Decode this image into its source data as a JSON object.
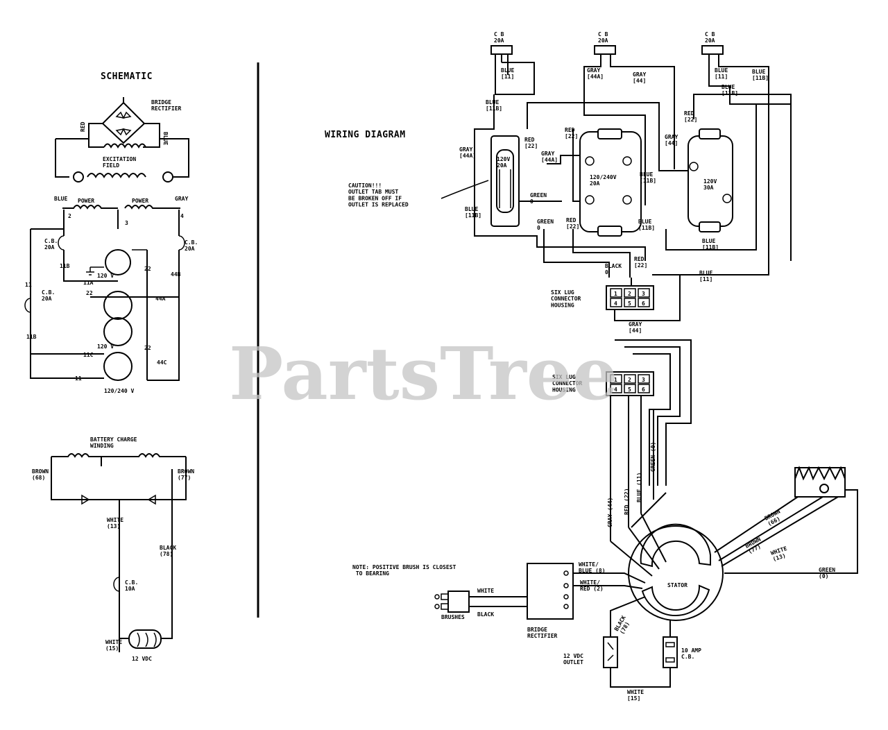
{
  "watermark": "PartsTree",
  "schematic": {
    "title": "SCHEMATIC",
    "bridge_rectifier": "BRIDGE\nRECTIFIER",
    "red": "RED",
    "blue": "BLUE",
    "excitation_field": "EXCITATION\nFIELD",
    "power_left": "POWER",
    "power_right": "POWER",
    "wire_blue": "BLUE",
    "wire_gray": "GRAY",
    "cb_top_left": "C.B.\n20A",
    "cb_top_right": "C.B.\n20A",
    "cb_mid_left": "C.B.\n20A",
    "outlet_a_label": "120 V",
    "outlet_b_label": "120 V",
    "outlet_c_label": "120/240 V",
    "num_2": "2",
    "num_3": "3",
    "num_4": "4",
    "num_11": "11",
    "num_11b": "11B",
    "num_11a": "11A",
    "num_22": "22",
    "num_22b": "22",
    "num_44a": "44A",
    "num_44b": "44B",
    "num_118": "11B",
    "num_11c": "11C",
    "num_22c": "22",
    "num_44c": "44C",
    "battery_winding": "BATTERY CHARGE\nWINDING",
    "brown": "BROWN\n(68)",
    "brown_right": "BROWN\n(77)",
    "white": "WHITE\n(13)",
    "black": "BLACK\n(78)",
    "cb_10a": "C.B.\n10A",
    "white_bottom": "WHITE\n(15)",
    "vdc": "12 VDC"
  },
  "wiring": {
    "title": "WIRING DIAGRAM",
    "cb_1_label": "C B\n20A",
    "cb_2_label": "C B\n20A",
    "cb_3_label": "C B\n20A",
    "blue_11_a": "BLUE\n[11]",
    "blue_11b_a": "BLUE\n[11B]",
    "gray_44a_top": "GRAY\n[44A]",
    "gray_44_top": "GRAY\n[44]",
    "blue_11_r": "BLUE\n[11]",
    "blue_11b_r": "BLUE\n[11B]",
    "blue_11b_r2": "BLUE\n[11B]",
    "gray_44a_l": "GRAY\n[44A]",
    "red_22_a": "RED\n[22]",
    "gray_44a_m": "GRAY\n[44A]",
    "red_22_b": "RED\n[22]",
    "red_22_c": "RED\n[22]",
    "gray_44_r": "GRAY\n[44]",
    "outlet1": "120V\n20A",
    "outlet2": "120/240V\n20A",
    "outlet3": "120V\n30A",
    "caution": "CAUTION!!!\nOUTLET TAB MUST\nBE BROKEN OFF IF\nOUTLET IS REPLACED",
    "green_0_a": "GREEN\n0",
    "green_0_b": "GREEN\n0",
    "blue_11b_l": "BLUE\n[11B]",
    "blue_11b_m": "BLUE\n[11B]",
    "red_22_d": "RED\n[22]",
    "blue_11b_b": "BLUE\n[11B]",
    "black_0": "BLACK\n0",
    "red_22_e": "RED\n[22]",
    "blue_11_e": "BLUE\n[11]",
    "six_lug_1": "SIX LUG\nCONNECTOR\nHOUSING",
    "gray_44_bottom": "GRAY\n[44]",
    "six_lug_2": "SIX LUG\nCONNECTOR\nHOUSING",
    "lug_nums": [
      "1",
      "2",
      "3",
      "4",
      "5",
      "6"
    ],
    "lug_nums_b": [
      "1",
      "2",
      "3",
      "4",
      "5",
      "6"
    ],
    "gray_44_vert": "GRAY (44)",
    "red_22_vert": "RED (22)",
    "blue_11_vert": "BLUE (11)",
    "green_0_vert": "GREEN (0)",
    "note": "NOTE: POSITIVE BRUSH IS CLOSEST\n        TO BEARING",
    "white_brush": "WHITE",
    "black_brush": "BLACK",
    "brushes": "BRUSHES",
    "bridge_rectifier": "BRIDGE\nRECTIFIER",
    "white_blue": "WHITE/\nBLUE (8)",
    "white_red": "WHITE/\nRED (2)",
    "stator": "STATOR",
    "brown_66": "BROWN\n(66)",
    "brown_77": "BROWN\n(77)",
    "white_13": "WHITE\n(13)",
    "green_0_r": "GREEN\n(0)",
    "black_78": "BLACK\n(78)",
    "vdc_outlet": "12 VDC\nOUTLET",
    "cb_10amp": "10 AMP\nC.B.",
    "white_15": "WHITE\n[15]"
  }
}
